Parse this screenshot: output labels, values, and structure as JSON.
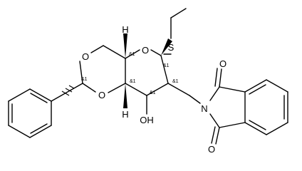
{
  "molecule": {
    "atoms": {
      "O_pyranose": "O",
      "S_thio": "S",
      "O_acetal_top": "O",
      "O_acetal_bottom": "O",
      "N_imide": "N",
      "O_imide_top": "O",
      "O_imide_bottom": "O",
      "OH_group": "OH",
      "H_top": "H",
      "H_bottom": "H"
    },
    "stereo_labels": {
      "c_acetal": "&1",
      "c_ring_top": "&1",
      "c_anomeric": "&1",
      "c_ring_junction": "&1",
      "c_hydroxyl": "&1",
      "c_amino": "&1"
    }
  }
}
